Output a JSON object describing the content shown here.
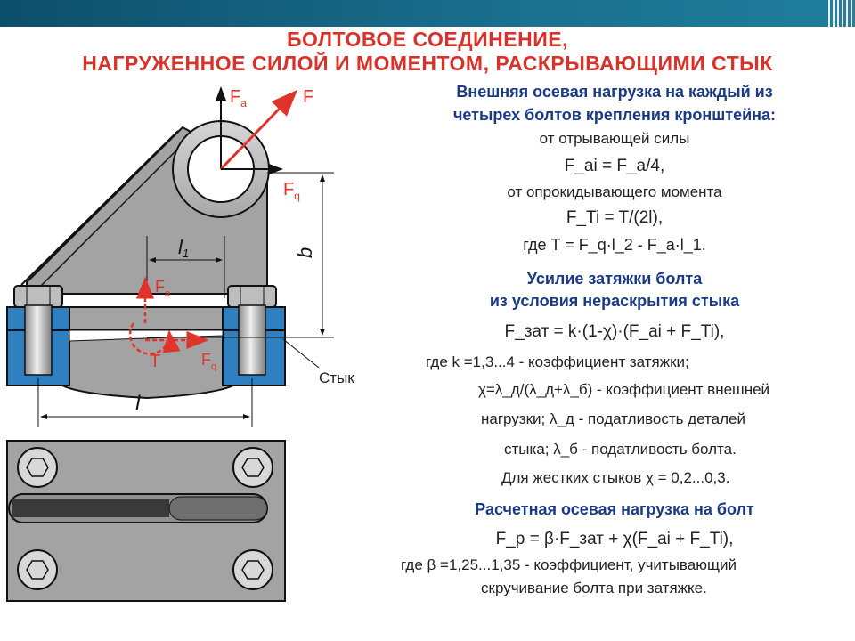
{
  "title": {
    "line1": "БОЛТОВОЕ СОЕДИНЕНИЕ,",
    "line2": "НАГРУЖЕННОЕ СИЛОЙ И МОМЕНТОМ, РАСКРЫВАЮЩИМИ СТЫК"
  },
  "diagram": {
    "labels": {
      "fa_top": "F",
      "fa_top_sub": "a",
      "f": "F",
      "fq_right": "F",
      "fq_right_sub": "q",
      "l1": "l",
      "l1_sub": "1",
      "b": "b",
      "fa_small": "F",
      "fa_small_sub": "a",
      "t": "T",
      "fq_small": "F",
      "fq_small_sub": "q",
      "l": "l",
      "styk": "Стык"
    }
  },
  "text": {
    "h1_line1": "Внешняя осевая нагрузка на каждый из",
    "h1_line2": "четырех болтов крепления кронштейна:",
    "ot_otryv": "от отрывающей силы",
    "f1": "F_ai = F_a/4,",
    "ot_oprok": "от опрокидывающего момента",
    "f2": "F_Ti = T/(2l),",
    "f3": "где T = F_q·l_2 - F_a·l_1.",
    "h2_line1": "Усилие затяжки болта",
    "h2_line2": "из условия нераскрытия стыка",
    "f4": "F_зат = k·(1-χ)·(F_ai + F_Ti),",
    "k_line": "где   k =1,3...4 - коэффициент затяжки;",
    "chi_line": "χ=λ_д/(λ_д+λ_б) - коэффициент внешней",
    "nagr_line": "нагрузки; λ_д - податливость деталей",
    "styk_line": "стыка; λ_б - податливость болта.",
    "zhest_line": "Для жестких стыков χ = 0,2...0,3.",
    "h3": "Расчетная осевая нагрузка на болт",
    "f5": "F_р = β·F_зат + χ(F_ai + F_Ti),",
    "beta_line": "где β =1,25...1,35 - коэффициент, учитывающий",
    "skruch_line": "скручивание болта при затяжке."
  }
}
